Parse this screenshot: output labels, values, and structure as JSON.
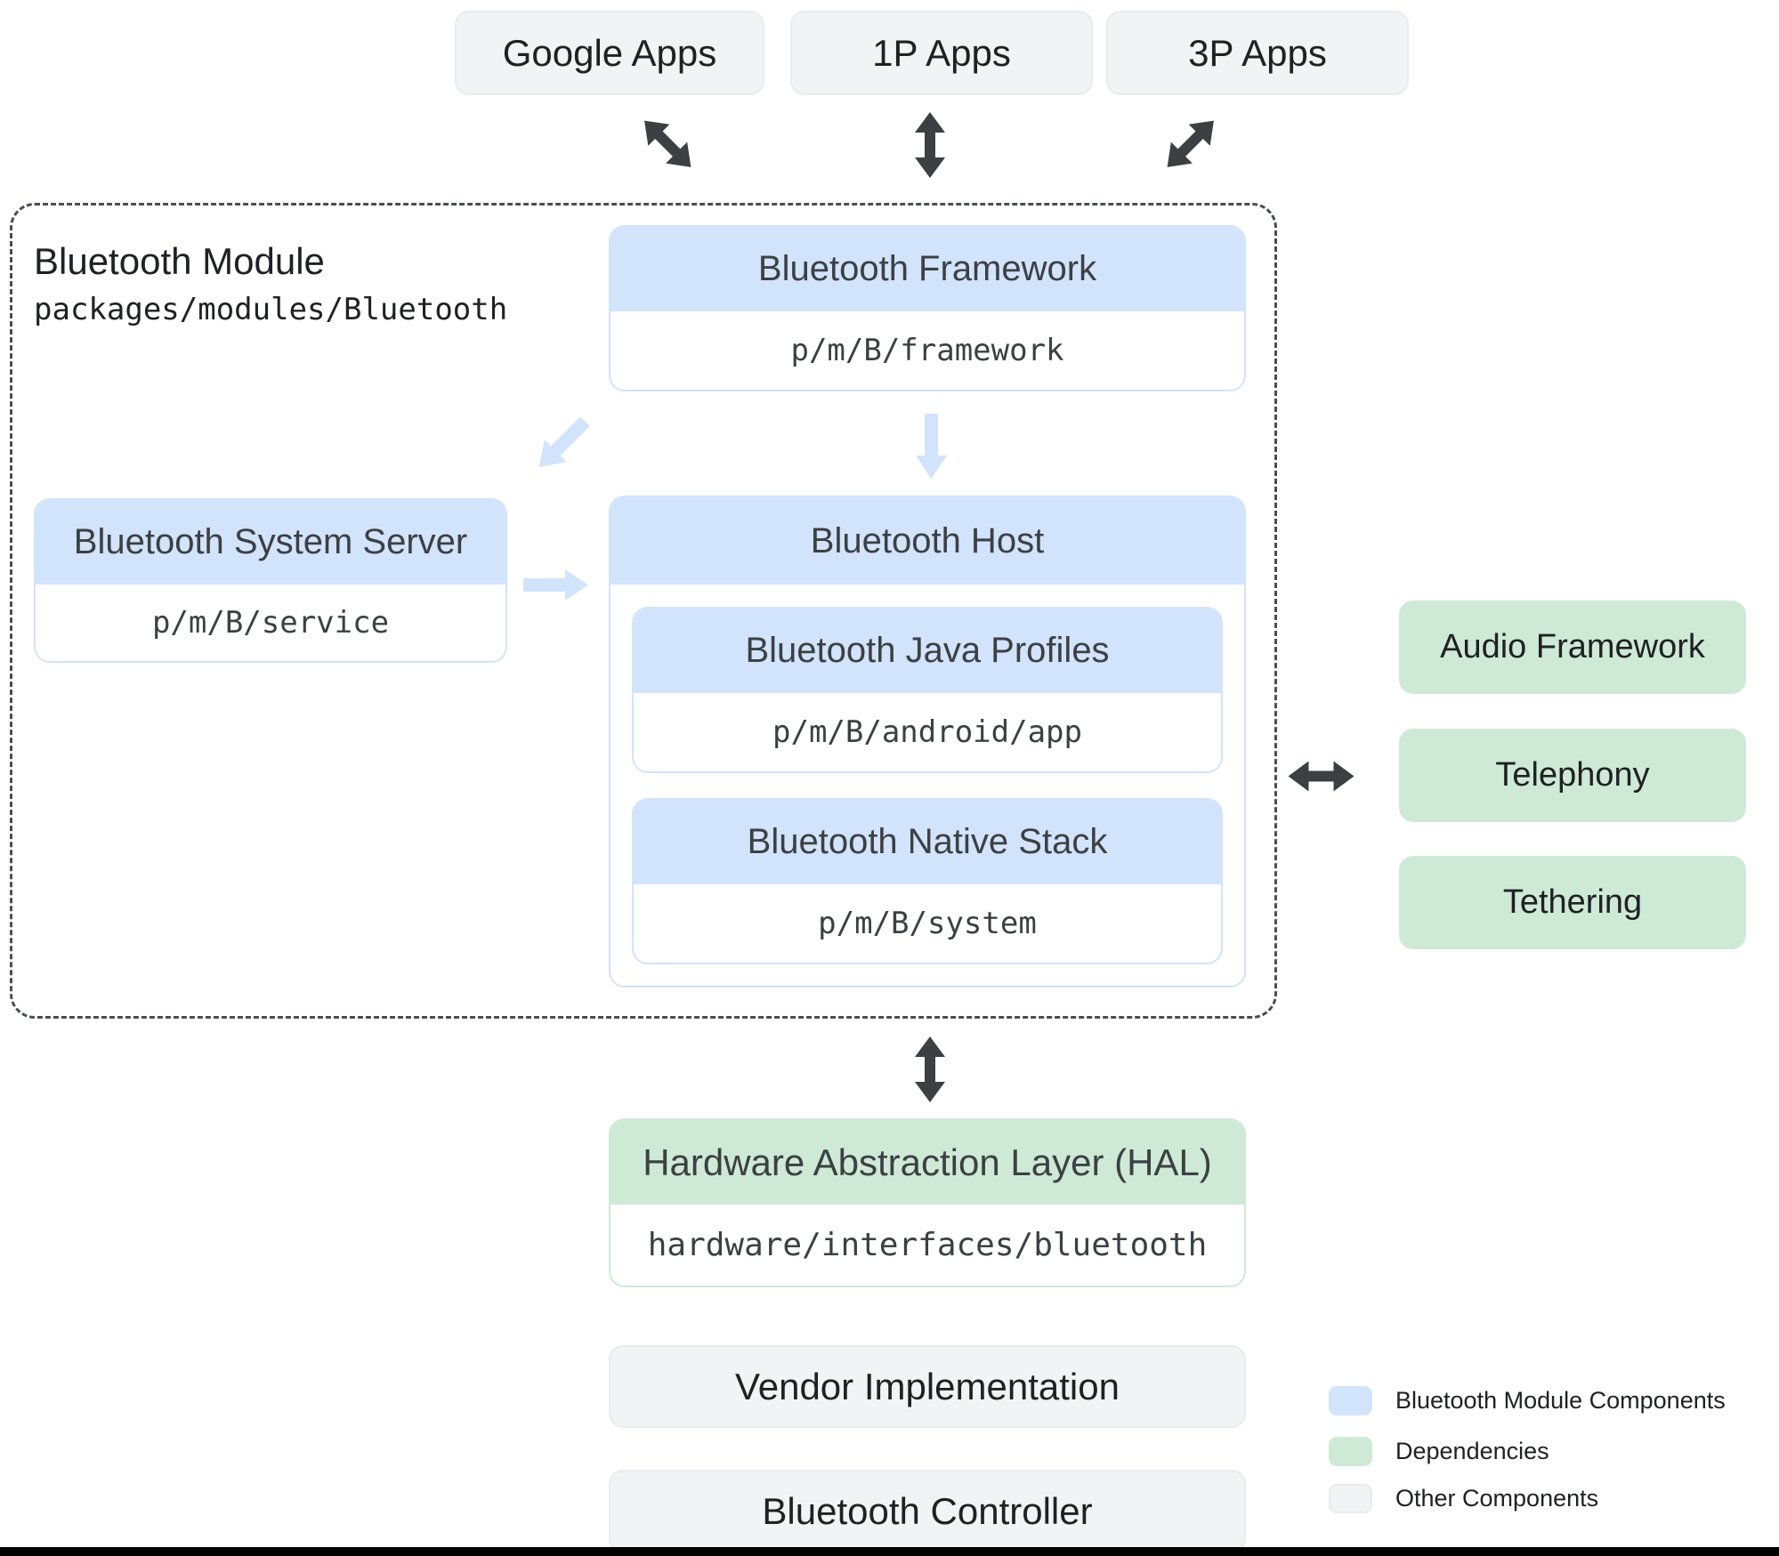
{
  "top_apps": [
    {
      "label": "Google Apps"
    },
    {
      "label": "1P Apps"
    },
    {
      "label": "3P Apps"
    }
  ],
  "module": {
    "title": "Bluetooth Module",
    "path": "packages/modules/Bluetooth",
    "framework": {
      "title": "Bluetooth Framework",
      "path": "p/m/B/framework"
    },
    "system_server": {
      "title": "Bluetooth System Server",
      "path": "p/m/B/service"
    },
    "host": {
      "title": "Bluetooth Host",
      "children": [
        {
          "title": "Bluetooth Java Profiles",
          "path": "p/m/B/android/app"
        },
        {
          "title": "Bluetooth Native Stack",
          "path": "p/m/B/system"
        }
      ]
    }
  },
  "dependencies": [
    "Audio Framework",
    "Telephony",
    "Tethering"
  ],
  "hal": {
    "title": "Hardware Abstraction Layer (HAL)",
    "path": "hardware/interfaces/bluetooth"
  },
  "other": [
    "Vendor Implementation",
    "Bluetooth Controller"
  ],
  "legend": [
    {
      "label": "Bluetooth Module Components",
      "color": "#d2e3fc"
    },
    {
      "label": "Dependencies",
      "color": "#ceead6"
    },
    {
      "label": "Other Components",
      "color": "#f2f3f5"
    }
  ],
  "icons": [
    "bidirectional-diagonal-arrow-icon",
    "bidirectional-vertical-arrow-icon",
    "bidirectional-horizontal-arrow-icon",
    "flow-down-arrow-icon",
    "flow-right-arrow-icon",
    "flow-down-left-arrow-icon"
  ],
  "colors": {
    "module_component": "#d2e3fc",
    "dependency": "#ceead6",
    "other_component": "#f2f3f5",
    "dark_arrow": "#3c4043",
    "light_arrow": "#d2e3fc"
  }
}
